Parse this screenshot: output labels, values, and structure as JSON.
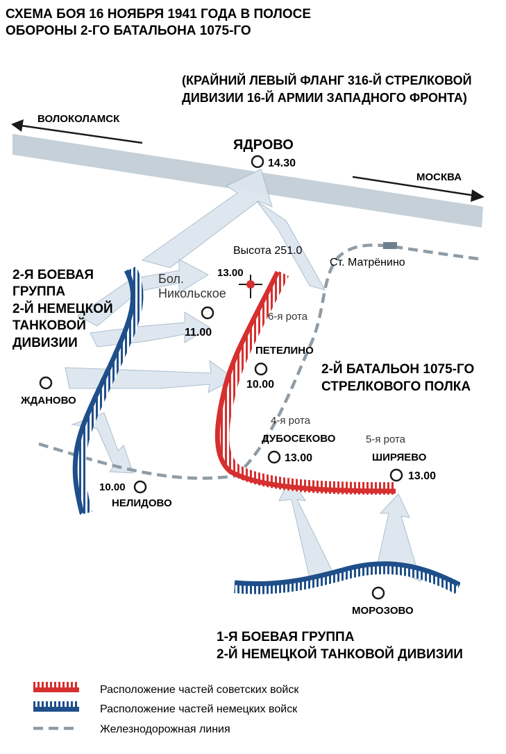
{
  "title": {
    "line1": "СХЕМА БОЯ 16 НОЯБРЯ 1941 ГОДА В ПОЛОСЕ",
    "line2": "ОБОРОНЫ 2-ГО БАТАЛЬОНА 1075-ГО"
  },
  "subtitle": {
    "line1": "(КРАЙНИЙ ЛЕВЫЙ ФЛАНГ 316-Й СТРЕЛКОВОЙ",
    "line2": "ДИВИЗИИ 16-Й АРМИИ ЗАПАДНОГО ФРОНТА)"
  },
  "directions": {
    "west": "ВОЛОКОЛАМСК",
    "east": "МОСКВА"
  },
  "places": {
    "yadrovo": {
      "name": "ЯДРОВО",
      "time": "14.30"
    },
    "height": {
      "name": "Высота 251.0",
      "time": "13.00"
    },
    "bol_nikolskoe": {
      "line1": "Бол.",
      "line2": "Никольское",
      "time": "11.00"
    },
    "station": {
      "name": "Ст. Матрёнино"
    },
    "petelino": {
      "name": "ПЕТЕЛИНО",
      "time": "10.00"
    },
    "zhdanovo": {
      "name": "ЖДАНОВО"
    },
    "nelidovo": {
      "name": "НЕЛИДОВО",
      "time": "10.00"
    },
    "dubosekovo": {
      "name": "ДУБОСЕКОВО",
      "time": "13.00"
    },
    "shiryaevo": {
      "name": "ШИРЯЕВО",
      "time": "13.00"
    },
    "morozovo": {
      "name": "МОРОЗОВО"
    }
  },
  "units": {
    "rota6": "6-я рота",
    "rota4": "4-я рота",
    "rota5": "5-я рота",
    "battalion": {
      "line1": "2-Й БАТАЛЬОН 1075-ГО",
      "line2": "СТРЕЛКОВОГО ПОЛКА"
    },
    "german_group2": {
      "line1": "2-Я БОЕВАЯ",
      "line2": "ГРУППА",
      "line3": "2-Й НЕМЕЦКОЙ",
      "line4": "ТАНКОВОЙ",
      "line5": "ДИВИЗИИ"
    },
    "german_group1": {
      "line1": "1-Я БОЕВАЯ ГРУППА",
      "line2": "2-Й НЕМЕЦКОЙ ТАНКОВОЙ ДИВИЗИИ"
    }
  },
  "legend": {
    "soviet": "Расположение частей советских войск",
    "german": "Расположение частей немецких войск",
    "railway": "Железнодорожная линия"
  },
  "colors": {
    "soviet": "#d62f2f",
    "german": "#1f4f8a",
    "railway": "#8f9ca6",
    "road": "#c5d0d8",
    "arrow": "#dde6ef",
    "arrow_stroke": "#a9bacb",
    "text": "#1a1a1a"
  }
}
